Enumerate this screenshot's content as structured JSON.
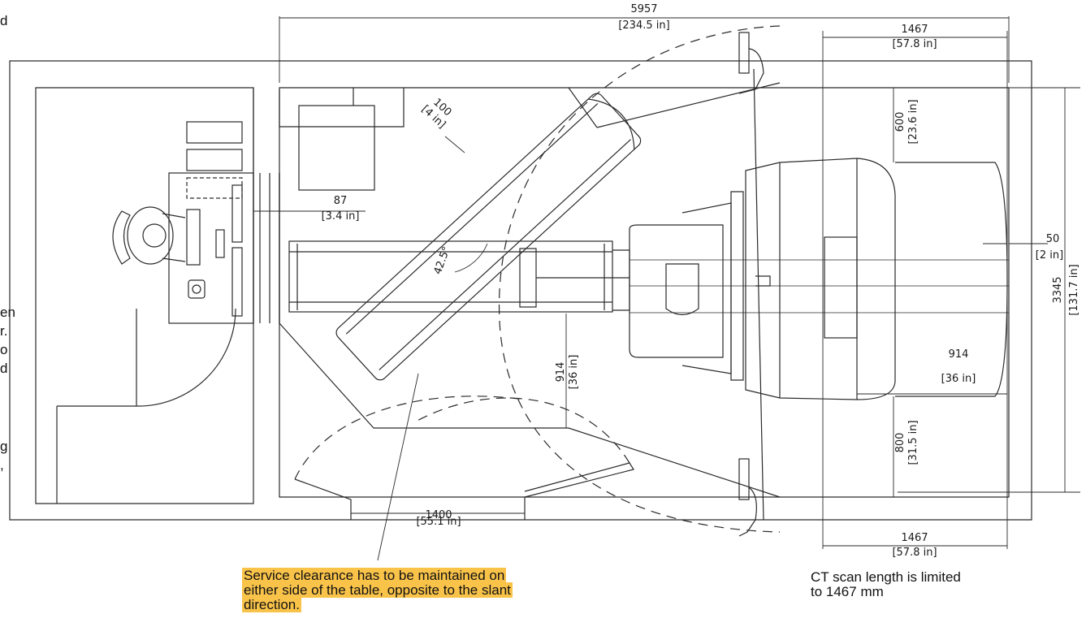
{
  "diagram": {
    "dimensions": {
      "overall_length": {
        "mm": "5957",
        "in": "[234.5 in]"
      },
      "scan_top": {
        "mm": "1467",
        "in": "[57.8 in]"
      },
      "scan_bottom": {
        "mm": "1467",
        "in": "[57.8 in]"
      },
      "clear_600": {
        "mm": "600",
        "in": "[23.6 in]"
      },
      "clear_800": {
        "mm": "800",
        "in": "[31.5 in]"
      },
      "clear_914_left": {
        "mm": "914",
        "in": "[36 in]"
      },
      "clear_914_right": {
        "mm": "914",
        "in": "[36 in]"
      },
      "room_depth": {
        "mm": "3345",
        "in": "[131.7 in]"
      },
      "gap_50": {
        "mm": "50",
        "in": "[2 in]"
      },
      "gap_87": {
        "mm": "87",
        "in": "[3.4 in]"
      },
      "gap_100": {
        "mm": "100",
        "in": "[4 in]"
      },
      "door_width": {
        "mm": "1400",
        "in": "[55.1 in]"
      },
      "slant_angle": "42.5°"
    },
    "notes": {
      "service": [
        "Service clearance has to be maintained on",
        "either side of the table, opposite to the slant",
        "direction."
      ],
      "scan": [
        "CT scan length is limited",
        "to 1467 mm"
      ]
    },
    "edge_fragments": [
      "d",
      "en",
      "r.",
      "o",
      "d",
      "g",
      ","
    ]
  }
}
